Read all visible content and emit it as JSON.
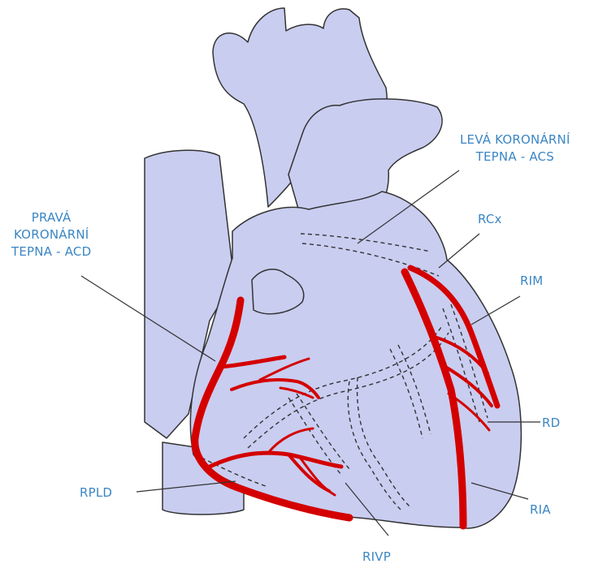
{
  "colors": {
    "heart_fill": "#c9cdf0",
    "outline": "#333333",
    "artery": "#d40000",
    "label": "#3b86c4",
    "leader": "#333333"
  },
  "labels": {
    "lca": {
      "line1": "LEVÁ KORONÁRNÍ",
      "line2": "TEPNA - ACS"
    },
    "rca": {
      "line1": "PRAVÁ",
      "line2": "KORONÁRNÍ",
      "line3": "TEPNA - ACD"
    },
    "rcx": "RCx",
    "rim": "RIM",
    "rd": "RD",
    "ria": "RIA",
    "rpld": "RPLD",
    "rivp": "RIVP"
  }
}
